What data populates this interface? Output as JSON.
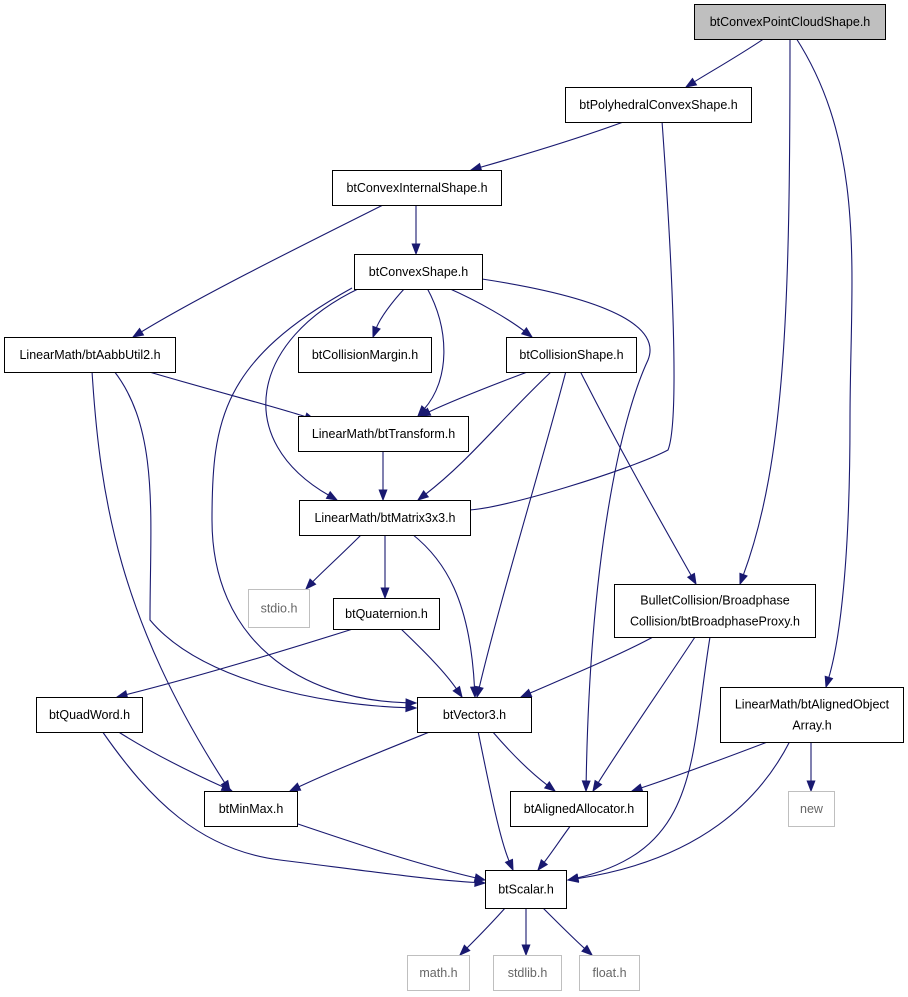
{
  "graph": {
    "colors": {
      "edge": "#191970",
      "node_border": "#000000",
      "missing_border": "#bfbfbf",
      "focus_fill": "#bfbfbf",
      "fill": "#ffffff"
    },
    "nodes": [
      {
        "id": "cpcs",
        "lines": [
          "btConvexPointCloudShape.h"
        ],
        "focus": true
      },
      {
        "id": "pcs",
        "lines": [
          "btPolyhedralConvexShape.h"
        ]
      },
      {
        "id": "cis",
        "lines": [
          "btConvexInternalShape.h"
        ]
      },
      {
        "id": "cs",
        "lines": [
          "btConvexShape.h"
        ]
      },
      {
        "id": "aabb",
        "lines": [
          "LinearMath/btAabbUtil2.h"
        ]
      },
      {
        "id": "cm",
        "lines": [
          "btCollisionMargin.h"
        ]
      },
      {
        "id": "colsh",
        "lines": [
          "btCollisionShape.h"
        ]
      },
      {
        "id": "tr",
        "lines": [
          "LinearMath/btTransform.h"
        ]
      },
      {
        "id": "mat",
        "lines": [
          "LinearMath/btMatrix3x3.h"
        ]
      },
      {
        "id": "stdio",
        "lines": [
          "stdio.h"
        ],
        "missing": true
      },
      {
        "id": "quat",
        "lines": [
          "btQuaternion.h"
        ]
      },
      {
        "id": "bp",
        "lines": [
          "BulletCollision/Broadphase",
          "Collision/btBroadphaseProxy.h"
        ]
      },
      {
        "id": "qw",
        "lines": [
          "btQuadWord.h"
        ]
      },
      {
        "id": "vec",
        "lines": [
          "btVector3.h"
        ]
      },
      {
        "id": "aoa",
        "lines": [
          "LinearMath/btAlignedObject",
          "Array.h"
        ]
      },
      {
        "id": "mm",
        "lines": [
          "btMinMax.h"
        ]
      },
      {
        "id": "alloc",
        "lines": [
          "btAlignedAllocator.h"
        ]
      },
      {
        "id": "new",
        "lines": [
          "new"
        ],
        "missing": true
      },
      {
        "id": "scalar",
        "lines": [
          "btScalar.h"
        ]
      },
      {
        "id": "math",
        "lines": [
          "math.h"
        ],
        "missing": true
      },
      {
        "id": "stdlib",
        "lines": [
          "stdlib.h"
        ],
        "missing": true
      },
      {
        "id": "float",
        "lines": [
          "float.h"
        ],
        "missing": true
      }
    ],
    "edges": [
      {
        "from": "cpcs",
        "to": "pcs"
      },
      {
        "from": "cpcs",
        "to": "bp"
      },
      {
        "from": "cpcs",
        "to": "aoa"
      },
      {
        "from": "pcs",
        "to": "cis"
      },
      {
        "from": "pcs",
        "to": "mat"
      },
      {
        "from": "cis",
        "to": "cs"
      },
      {
        "from": "cis",
        "to": "aabb"
      },
      {
        "from": "cs",
        "to": "cm"
      },
      {
        "from": "cs",
        "to": "colsh"
      },
      {
        "from": "cs",
        "to": "tr"
      },
      {
        "from": "cs",
        "to": "mat"
      },
      {
        "from": "cs",
        "to": "vec"
      },
      {
        "from": "cs",
        "to": "alloc"
      },
      {
        "from": "aabb",
        "to": "tr"
      },
      {
        "from": "aabb",
        "to": "vec"
      },
      {
        "from": "aabb",
        "to": "mm"
      },
      {
        "from": "colsh",
        "to": "tr"
      },
      {
        "from": "colsh",
        "to": "mat"
      },
      {
        "from": "colsh",
        "to": "vec"
      },
      {
        "from": "colsh",
        "to": "bp"
      },
      {
        "from": "tr",
        "to": "mat"
      },
      {
        "from": "mat",
        "to": "stdio"
      },
      {
        "from": "mat",
        "to": "quat"
      },
      {
        "from": "mat",
        "to": "vec"
      },
      {
        "from": "quat",
        "to": "qw"
      },
      {
        "from": "quat",
        "to": "vec"
      },
      {
        "from": "bp",
        "to": "vec"
      },
      {
        "from": "bp",
        "to": "alloc"
      },
      {
        "from": "bp",
        "to": "scalar"
      },
      {
        "from": "qw",
        "to": "mm"
      },
      {
        "from": "qw",
        "to": "scalar"
      },
      {
        "from": "vec",
        "to": "mm"
      },
      {
        "from": "vec",
        "to": "alloc"
      },
      {
        "from": "vec",
        "to": "scalar"
      },
      {
        "from": "aoa",
        "to": "alloc"
      },
      {
        "from": "aoa",
        "to": "new"
      },
      {
        "from": "aoa",
        "to": "scalar"
      },
      {
        "from": "mm",
        "to": "scalar"
      },
      {
        "from": "alloc",
        "to": "scalar"
      },
      {
        "from": "scalar",
        "to": "math"
      },
      {
        "from": "scalar",
        "to": "stdlib"
      },
      {
        "from": "scalar",
        "to": "float"
      }
    ]
  }
}
